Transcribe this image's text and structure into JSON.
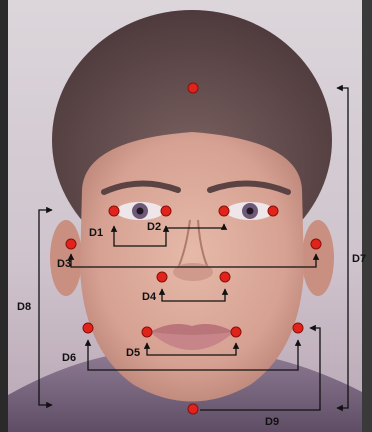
{
  "figure": {
    "labels": {
      "d1": "D1",
      "d2": "D2",
      "d3": "D3",
      "d4": "D4",
      "d5": "D5",
      "d6": "D6",
      "d7": "D7",
      "d8": "D8",
      "d9": "D9"
    },
    "colors": {
      "landmark": "#e0241b",
      "landmark_outline": "#8a0f0a",
      "measure_line": "#111111",
      "background": "#d8cfd6",
      "skin": "#d9a99a",
      "hair": "#6a5252"
    }
  }
}
